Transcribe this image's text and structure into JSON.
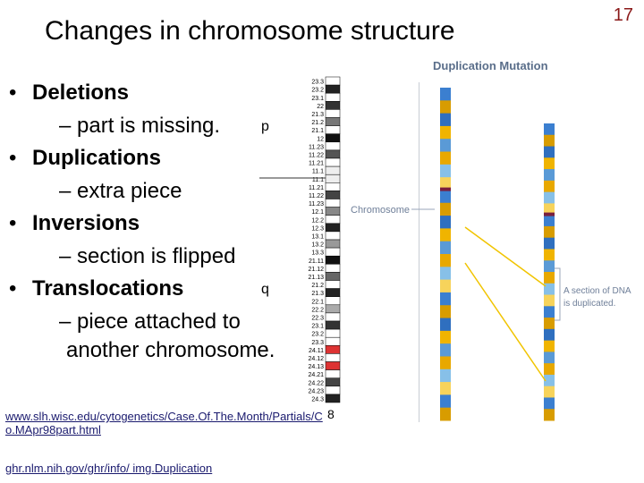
{
  "slide": {
    "title": "Changes in chromosome structure",
    "number": "17"
  },
  "bullets": [
    {
      "label": "Deletions",
      "detail": "– part is missing."
    },
    {
      "label": "Duplications",
      "detail": "– extra piece"
    },
    {
      "label": "Inversions",
      "detail": "– section is flipped"
    },
    {
      "label": "Translocations",
      "detail": "– piece attached to",
      "detail2": "another chromosome."
    }
  ],
  "links": {
    "url1_line1": "www.slh.wisc.edu/cytogenetics/Case.Of.The.Month/Partials/C",
    "url1_line2": "o.MApr98part.html",
    "url2": "ghr.nlm.nih.gov/ghr/info/ img.Duplication"
  },
  "figure": {
    "heading": "Duplication Mutation",
    "chromosome_label": "Chromosome",
    "annotation_line1": "A section of DNA",
    "annotation_line2": "is duplicated.",
    "arm_p": "p",
    "arm_q": "q",
    "chromosome_number": "8",
    "bands_left": [
      "23.3",
      "23.2",
      "23.1",
      "22",
      "21.3",
      "21.2",
      "21.1",
      "12",
      "11.23",
      "11.22",
      "11.21",
      "11.1",
      "11.1",
      "11.21",
      "11.22",
      "11.23",
      "12.1",
      "12.2",
      "12.3",
      "13.1",
      "13.2",
      "13.3",
      "21.11",
      "21.12",
      "21.13",
      "21.2",
      "21.3",
      "22.1",
      "22.2",
      "22.3",
      "23.1",
      "23.2",
      "23.3",
      "24.11",
      "24.12",
      "24.13",
      "24.21",
      "24.22",
      "24.23",
      "24.3"
    ]
  }
}
